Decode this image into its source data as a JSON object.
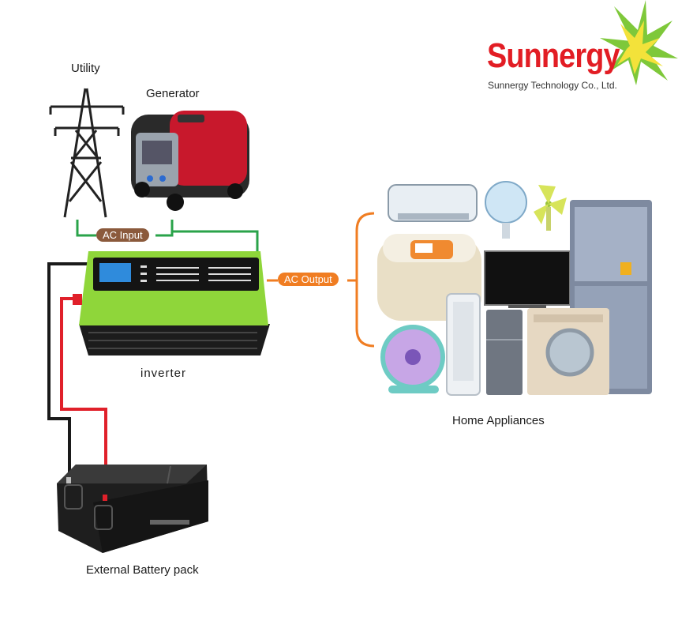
{
  "logo": {
    "name": "Sunnergy",
    "company": "Sunnergy Technology Co., Ltd."
  },
  "labels": {
    "utility": "Utility",
    "generator": "Generator",
    "ac_input": "AC Input",
    "ac_output": "AC Output",
    "inverter": "inverter",
    "home_appliances": "Home Appliances",
    "battery_pack": "External Battery pack"
  },
  "colors": {
    "ac_input_pill": "#8b5a3c",
    "ac_output_pill": "#f07d22",
    "input_line": "#2aa34a",
    "battery_positive": "#e0202a",
    "battery_negative": "#1a1a1a",
    "inverter_body": "#8fd63a",
    "logo_red": "#e21d24"
  },
  "icons": [
    "utility-tower-icon",
    "generator-icon",
    "inverter-icon",
    "battery-icon",
    "appliances-icon",
    "sun-star-icon"
  ]
}
